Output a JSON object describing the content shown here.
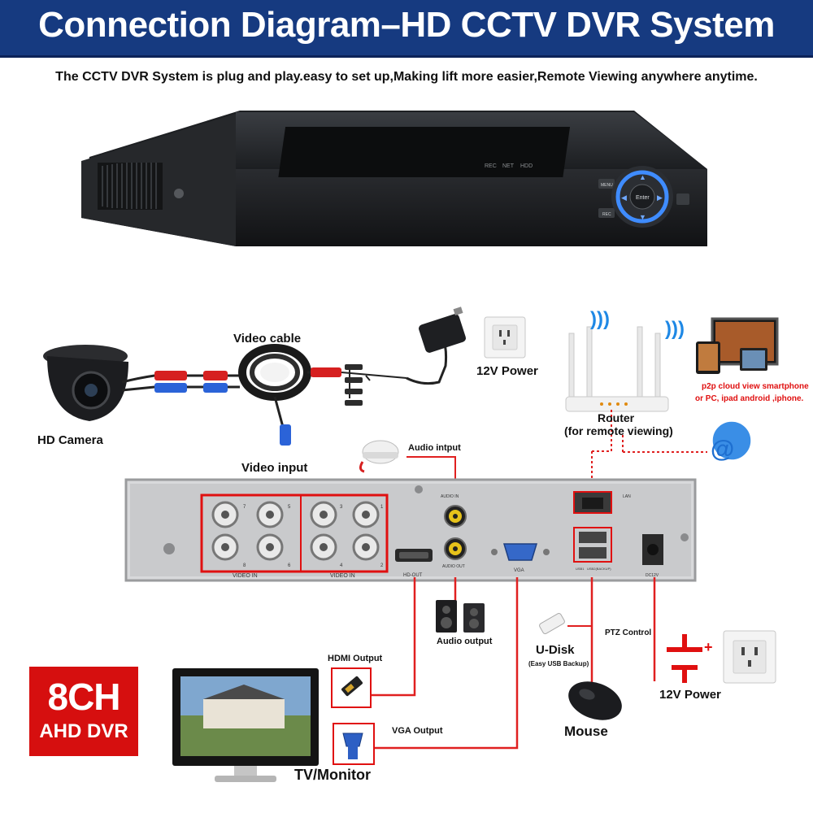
{
  "header": {
    "title": "Connection Diagram–HD CCTV DVR System",
    "subtitle": "The CCTV DVR System is plug and play.easy to set up,Making lift more easier,Remote Viewing anywhere anytime."
  },
  "dvr_front": {
    "indicators": [
      "REC",
      "NET",
      "HDD"
    ],
    "buttons": {
      "menu": "MENU",
      "rec": "REC",
      "enter": "Enter"
    }
  },
  "labels": {
    "video_cable": "Video cable",
    "power_top": "12V Power",
    "hd_camera": "HD Camera",
    "video_input": "Video input",
    "audio_input": "Audio intput",
    "router": "Router",
    "router_sub": "(for remote viewing)",
    "p2p_line1": "p2p cloud  view smartphone",
    "p2p_line2": "or PC, ipad android ,iphone.",
    "audio_output": "Audio output",
    "ptz_control": "PTZ Control",
    "u_disk": "U-Disk",
    "u_disk_sub": "(Easy USB Backup)",
    "hdmi_output": "HDMI Output",
    "vga_output": "VGA Output",
    "power_bottom": "12V Power",
    "mouse": "Mouse",
    "tv_monitor": "TV/Monitor"
  },
  "dvr_rear": {
    "video_in_left": "VIDEO IN",
    "video_in_right": "VIDEO IN",
    "port_numbers_left": [
      "7",
      "5",
      "8",
      "6"
    ],
    "port_numbers_right": [
      "3",
      "1",
      "4",
      "2"
    ],
    "audio_in": "AUDIO IN",
    "audio_out": "AUDIO OUT",
    "hd_out": "HD-OUT",
    "vga": "VGA",
    "lan": "LAN",
    "usb1": "USB1",
    "usb2": "USB2(BACKUP)",
    "dc12v": "DC12V"
  },
  "badge": {
    "line1": "8CH",
    "line2": "AHD DVR"
  },
  "colors": {
    "banner": "#163a80",
    "connector_line": "#e02020",
    "highlight_box": "#e01010",
    "badge": "#d60f0f",
    "p2p_text": "#e01010"
  }
}
